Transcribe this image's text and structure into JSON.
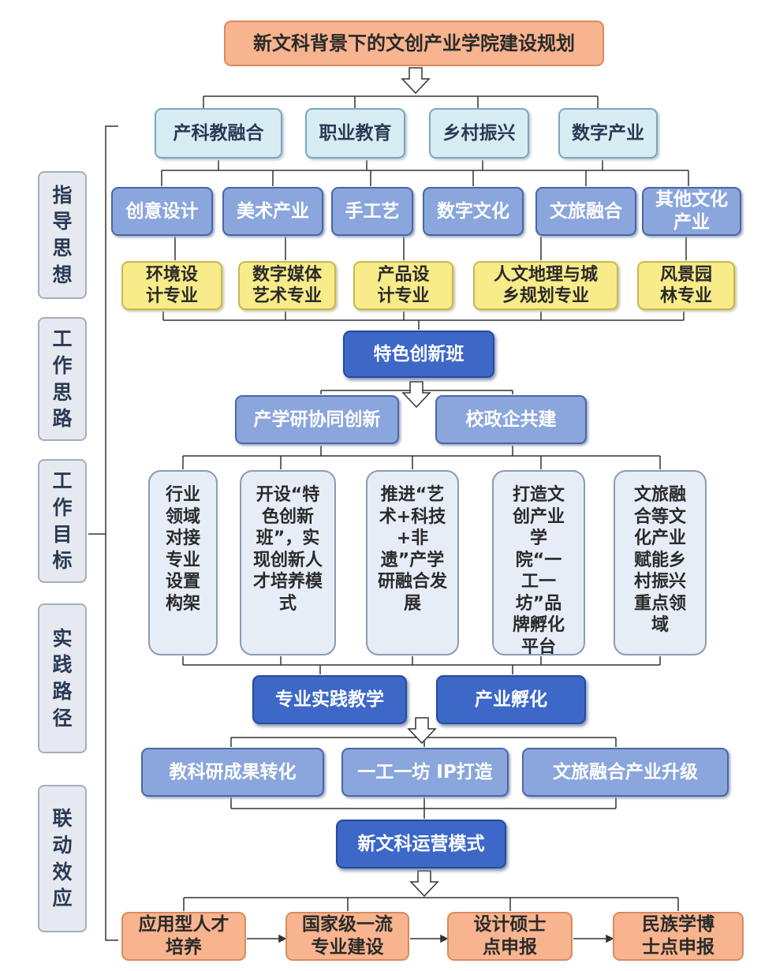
{
  "title": "新文科背景下的文创产业学院建设规划",
  "sidebar": [
    "指导思想",
    "工作思路",
    "工作目标",
    "实践路径",
    "联动效应"
  ],
  "row1": [
    "产科教融合",
    "职业教育",
    "乡村振兴",
    "数字产业"
  ],
  "row2": [
    "创意设计",
    "美术产业",
    "手工艺",
    "数字文化",
    "文旅融合",
    "其他文化产业"
  ],
  "majors": [
    "环境设计专业",
    "数字媒体艺术专业",
    "产品设计专业",
    "人文地理与城乡规划专业",
    "风景园林专业"
  ],
  "special_class": "特色创新班",
  "row4": [
    "产学研协同创新",
    "校政企共建"
  ],
  "pillars": [
    "行业领域对接专业设置构架",
    "开设“特色创新班”，实现创新人才培养模式",
    "推进“艺术+科技+非遗”产学研融合发展",
    "打造文创产业学院“一工一坊”品牌孵化平台",
    "文旅融合等文化产业赋能乡村振兴重点领域"
  ],
  "row6": [
    "专业实践教学",
    "产业孵化"
  ],
  "row7": [
    "教科研成果转化",
    "一工一坊 IP打造",
    "文旅融合产业升级"
  ],
  "operation": "新文科运营模式",
  "outcomes": [
    "应用型人才培养",
    "国家级一流专业建设",
    "设计硕士点申报",
    "民族学博士点申报"
  ]
}
